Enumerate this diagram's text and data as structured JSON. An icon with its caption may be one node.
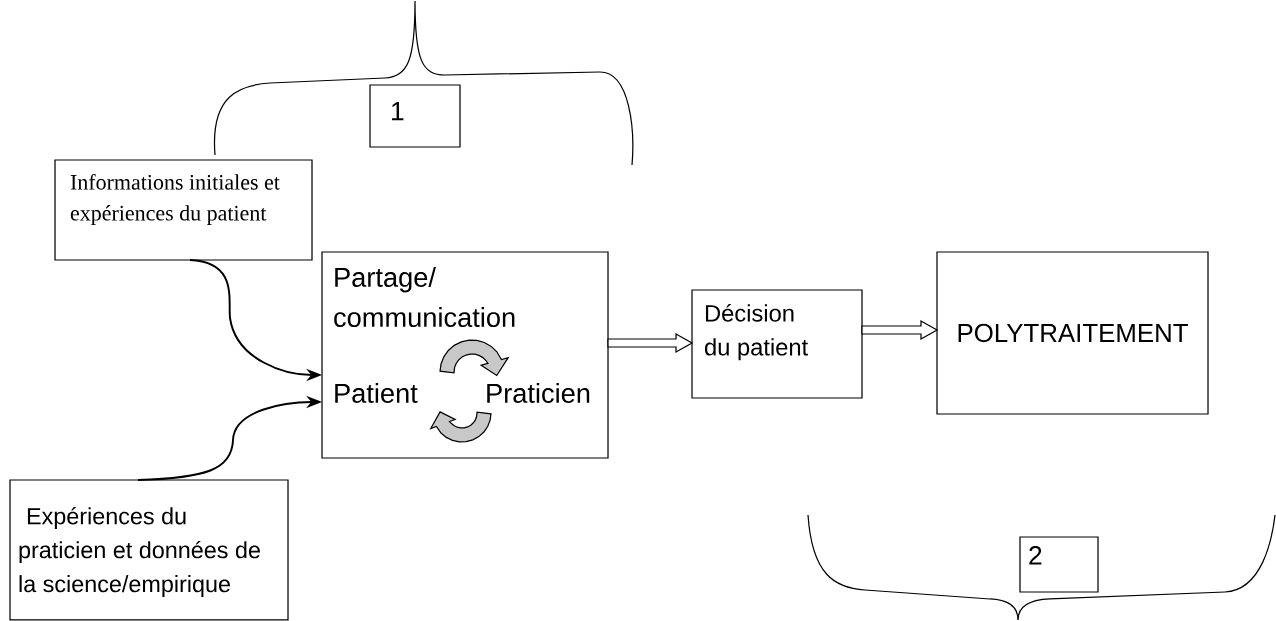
{
  "diagram": {
    "nodes": [
      {
        "text": [
          "Informations initiales et expériences du patient"
        ]
      },
      {
        "text": [
          "Partage/ communication"
        ]
      },
      {
        "text": [
          "Patient"
        ],
        "in": 1
      },
      {
        "text": [
          "Praticien"
        ],
        "in": 1
      },
      {
        "text": [
          "Décision du patient"
        ]
      },
      {
        "text": [
          "POLYTRAITEMENT"
        ]
      },
      {
        "text": [
          "Expériences du praticien et données de la science/empirique"
        ]
      },
      {
        "text": [
          "1"
        ]
      },
      {
        "text": [
          "2"
        ]
      }
    ],
    "edges": [
      {
        "from": 0,
        "to": 1,
        "arrow": "to"
      },
      {
        "from": 6,
        "to": 1,
        "arrow": "to"
      },
      {
        "from": 2,
        "to": 3,
        "arrow": "to",
        "style": "thick"
      },
      {
        "from": 3,
        "to": 2,
        "arrow": "to",
        "style": "thick"
      },
      {
        "from": 1,
        "to": 4,
        "arrow": "to",
        "style": "thick"
      },
      {
        "from": 4,
        "to": 5,
        "arrow": "to",
        "style": "thick"
      }
    ]
  }
}
